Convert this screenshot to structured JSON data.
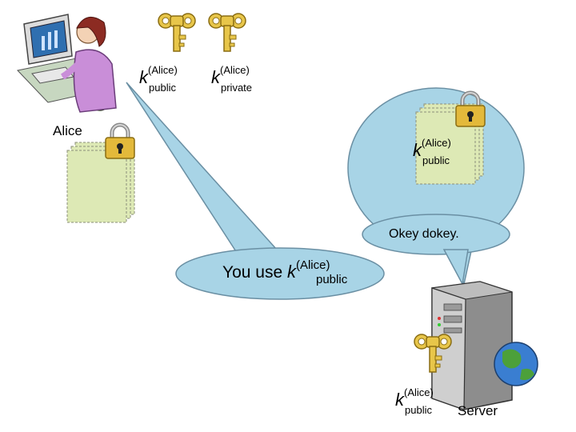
{
  "alice": {
    "name": "Alice"
  },
  "server": {
    "name": "Server"
  },
  "keys": {
    "alice_public": {
      "k": "k",
      "sup": "(Alice)",
      "sub": "public"
    },
    "alice_private": {
      "k": "k",
      "sup": "(Alice)",
      "sub": "private"
    },
    "bubble_public": {
      "k": "k",
      "sup": "(Alice)",
      "sub": "public"
    },
    "server_public": {
      "k": "k",
      "sup": "(Alice)",
      "sub": "public"
    }
  },
  "bubbles": {
    "alice_says": {
      "prefix": "You use ",
      "k": "k",
      "sup": "(Alice)",
      "sub": "public"
    },
    "server_says": {
      "text": "Okey dokey."
    }
  },
  "colors": {
    "bubble_fill": "#a8d4e6",
    "bubble_stroke": "#6a8fa3",
    "document_fill": "#dde9b5",
    "key_gold": "#e8c64a",
    "lock_gold": "#e3b93b"
  },
  "icons": [
    "alice-computer-icon",
    "key-icon",
    "lock-icon",
    "document-icon",
    "server-tower-icon",
    "globe-icon"
  ]
}
